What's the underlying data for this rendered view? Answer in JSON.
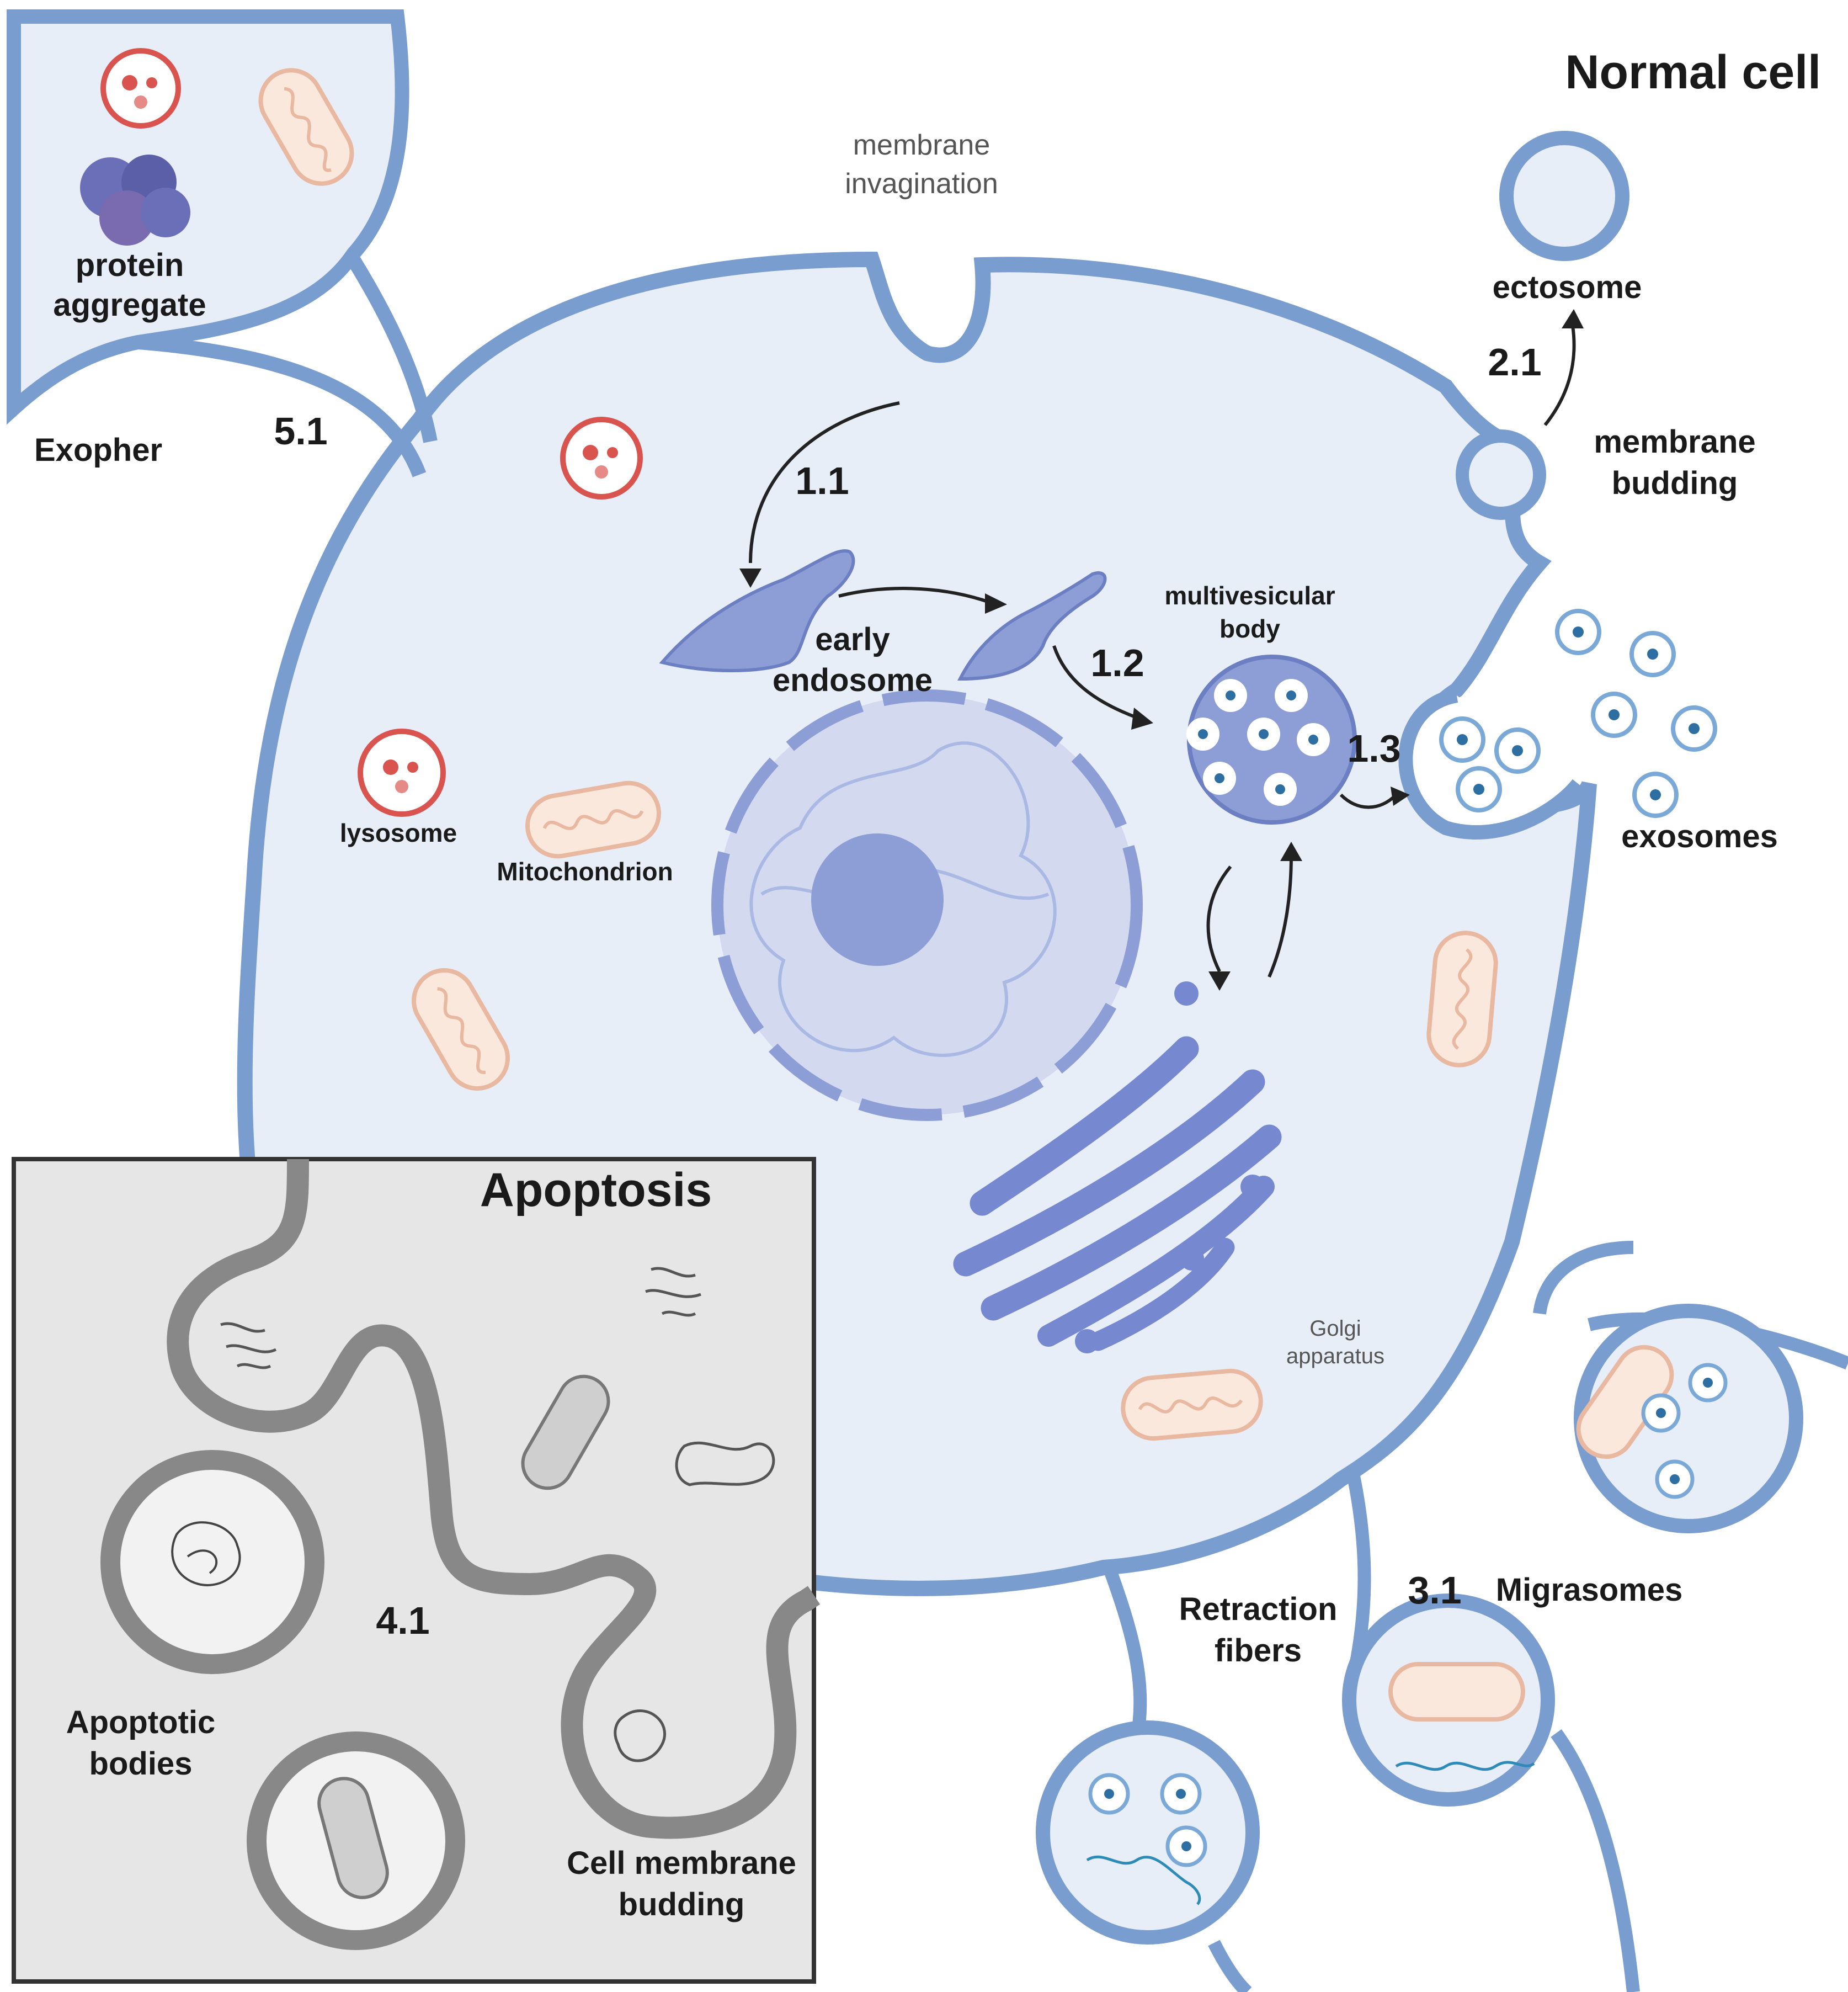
{
  "titles": {
    "normal_cell": "Normal cell",
    "apoptosis": "Apoptosis"
  },
  "labels": {
    "membrane_invagination_1": "membrane",
    "membrane_invagination_2": "invagination",
    "ectosome": "ectosome",
    "membrane_budding_1": "membrane",
    "membrane_budding_2": "budding",
    "protein_aggregate_1": "protein",
    "protein_aggregate_2": "aggregate",
    "exopher": "Exopher",
    "early_endosome_1": "early",
    "early_endosome_2": "endosome",
    "mvb_1": "multivesicular",
    "mvb_2": "body",
    "exosomes": "exosomes",
    "lysosome": "lysosome",
    "mitochondrion": "Mitochondrion",
    "golgi_1": "Golgi",
    "golgi_2": "apparatus",
    "retraction_1": "Retraction",
    "retraction_2": "fibers",
    "migrasomes": "Migrasomes",
    "apoptotic_bodies_1": "Apoptotic",
    "apoptotic_bodies_2": "bodies",
    "cell_membrane_budding_1": "Cell membrane",
    "cell_membrane_budding_2": "budding"
  },
  "steps": {
    "s1_1": "1.1",
    "s1_2": "1.2",
    "s1_3": "1.3",
    "s2_1": "2.1",
    "s3_1": "3.1",
    "s4_1": "4.1",
    "s5_1": "5.1"
  },
  "colors": {
    "membrane": "#7a9dd0",
    "cytoplasm": "#e8eef8",
    "organelle": "#8d9ed6",
    "nucleus": "#d3d9ee",
    "apoptosis_bg": "#e6e6e6",
    "apoptosis_membrane": "#8a8a8a",
    "lysosome": "#d9534f",
    "mitochondrion": "#e8b8a0"
  }
}
